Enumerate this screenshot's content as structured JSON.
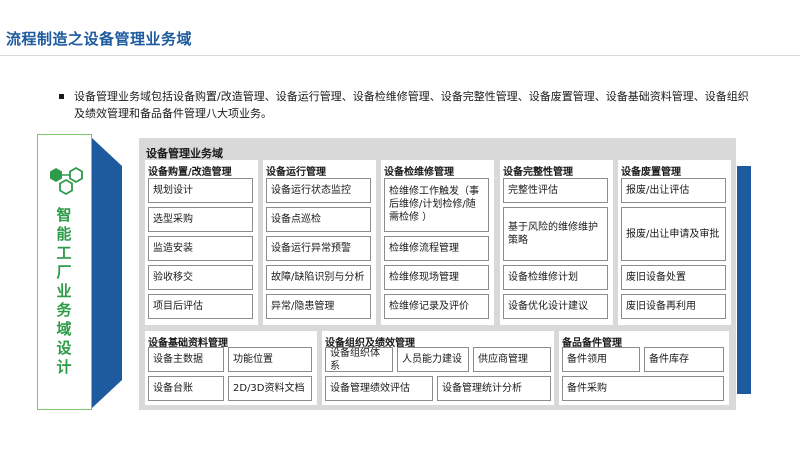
{
  "page": {
    "title": "流程制造之设备管理业务域",
    "intro": "设备管理业务域包括设备购置/改造管理、设备运行管理、设备检维修管理、设备完整性管理、设备废置管理、设备基础资料管理、设备组织及绩效管理和备品备件管理八大项业务。"
  },
  "side_panel": {
    "title": "智能工厂业务域设计",
    "icon": "hexagon-network-icon",
    "colors": {
      "green": "#2e9b48",
      "border": "#7fc36b"
    }
  },
  "colors": {
    "accent_blue": "#1d5a9e",
    "panel_gray": "#d9d9d9",
    "box_border": "#8c8c8c"
  },
  "domain": {
    "title": "设备管理业务域",
    "top_columns": [
      {
        "title": "设备购置/改造管理",
        "items": [
          "规划设计",
          "选型采购",
          "监造安装",
          "验收移交",
          "项目后评估"
        ]
      },
      {
        "title": "设备运行管理",
        "items": [
          "设备运行状态监控",
          "设备点巡检",
          "设备运行异常预警",
          "故障/缺陷识别与分析",
          "异常/隐患管理"
        ]
      },
      {
        "title": "设备检维修管理",
        "items": [
          "检维修工作触发（事后维修/计划检修/随需检修 ）",
          "检维修流程管理",
          "检维修现场管理",
          "检维修记录及评价"
        ]
      },
      {
        "title": "设备完整性管理",
        "items": [
          "完整性评估",
          "基于风险的维修维护策略",
          "设备检维修计划",
          "设备优化设计建议"
        ]
      },
      {
        "title": "设备废置管理",
        "items": [
          "报废/出让评估",
          "报废/出让申请及审批",
          "废旧设备处置",
          "废旧设备再利用"
        ]
      }
    ],
    "bottom_groups": [
      {
        "title": "设备基础资料管理",
        "items": [
          "设备主数据",
          "功能位置",
          "设备台账",
          "2D/3D资料文档"
        ]
      },
      {
        "title": "设备组织及绩效管理",
        "items": [
          "设备组织体系",
          "人员能力建设",
          "供应商管理",
          "设备管理绩效评估",
          "设备管理统计分析"
        ]
      },
      {
        "title": "备品备件管理",
        "items": [
          "备件领用",
          "备件库存",
          "备件采购"
        ]
      }
    ]
  }
}
